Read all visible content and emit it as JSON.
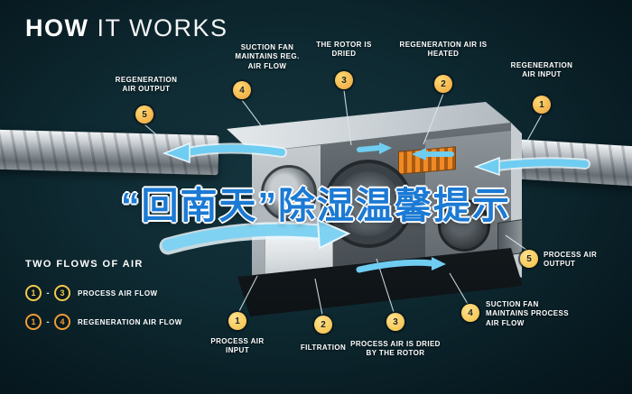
{
  "title": {
    "bold": "HOW",
    "light": "IT WORKS"
  },
  "watermark": {
    "text": "“回南天”除湿温馨提示"
  },
  "callouts": {
    "reg_output": {
      "num": "5",
      "label": "REGENERATION AIR OUTPUT"
    },
    "suction_reg": {
      "num": "4",
      "label": "SUCTION FAN MAINTAINS REG. AIR FLOW"
    },
    "rotor_dried": {
      "num": "3",
      "label": "THE ROTOR IS DRIED"
    },
    "reg_heated": {
      "num": "2",
      "label": "REGENERATION AIR IS HEATED"
    },
    "reg_input": {
      "num": "1",
      "label": "REGENERATION AIR INPUT"
    },
    "process_output": {
      "num": "5",
      "label": "PROCESS AIR OUTPUT"
    },
    "suction_process": {
      "num": "4",
      "label": "SUCTION FAN MAINTAINS PROCESS AIR FLOW"
    },
    "process_dried": {
      "num": "3",
      "label": "PROCESS AIR IS DRIED BY THE ROTOR"
    },
    "filtration": {
      "num": "2",
      "label": "FILTRATION"
    },
    "process_input": {
      "num": "1",
      "label": "PROCESS AIR INPUT"
    }
  },
  "legend": {
    "heading": "TWO FLOWS OF AIR",
    "separator": "-",
    "rows": [
      {
        "from": "1",
        "to": "3",
        "label": "PROCESS AIR FLOW"
      },
      {
        "from": "1",
        "to": "4",
        "label": "REGENERATION AIR FLOW"
      }
    ]
  },
  "colors": {
    "background": "#0e2931",
    "badge_process": "#f2bf45",
    "badge_regen": "#eda43a",
    "arrow_blue": "#6fcdf2",
    "watermark_blue": "#1b7ad4"
  }
}
